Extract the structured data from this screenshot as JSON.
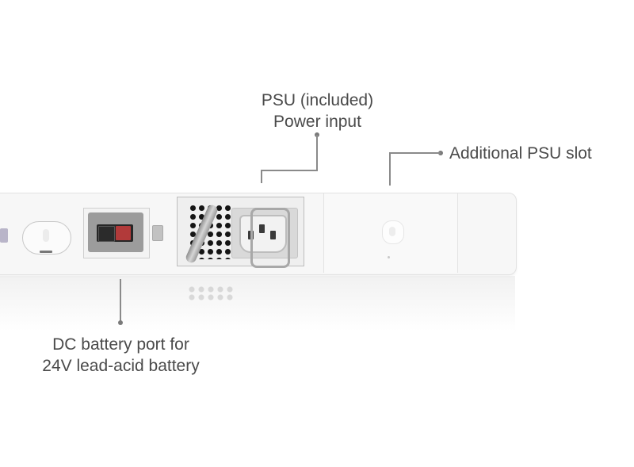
{
  "callouts": {
    "psu": {
      "line1": "PSU (included)",
      "line2": "Power input"
    },
    "additional_slot": {
      "label": "Additional PSU slot"
    },
    "dc_battery": {
      "line1": "DC battery port for",
      "line2": "24V lead-acid battery"
    }
  },
  "device": {
    "body_color": "#f7f7f7",
    "dc_connector_colors": {
      "negative": "#2b2b2b",
      "positive": "#b23a3a"
    },
    "psu_handle_icon": "psu-handle-icon",
    "power_inlet_icon": "iec-c14-inlet-icon"
  }
}
